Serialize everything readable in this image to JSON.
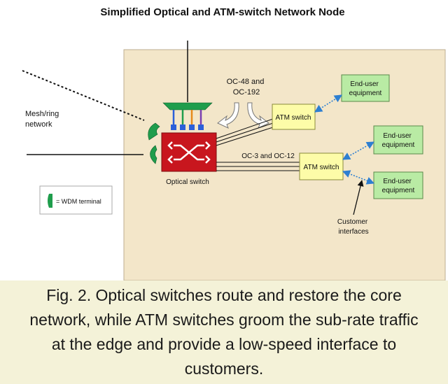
{
  "title": "Simplified Optical and ATM-switch Network Node",
  "labels": {
    "mesh_network": [
      "Mesh/ring",
      "network"
    ],
    "oc_high": [
      "OC-48 and",
      "OC-192"
    ],
    "oc_low": "OC-3 and OC-12",
    "optical_switch": "Optical switch",
    "atm_switch_1": "ATM switch",
    "atm_switch_2": "ATM switch",
    "end_user_1": [
      "End-user",
      "equipment"
    ],
    "end_user_2": [
      "End-user",
      "equipment"
    ],
    "end_user_3": [
      "End-user",
      "equipment"
    ],
    "customer_interfaces": [
      "Customer",
      "interfaces"
    ],
    "legend": "= WDM terminal"
  },
  "caption": [
    "Fig. 2. Optical switches route and restore the core",
    "network, while ATM switches groom the sub-rate traffic",
    "at the edge and provide a low-speed interface to",
    "customers."
  ],
  "colors": {
    "background_panel": "#f3e6c9",
    "optical_switch": "#c8161e",
    "atm_switch": "#fdfca8",
    "end_user": "#b9eba4",
    "wdm_terminal": "#1f9d4c",
    "link_arrow": "#2d7fd1",
    "caption_bg": "#f4f2d8"
  }
}
